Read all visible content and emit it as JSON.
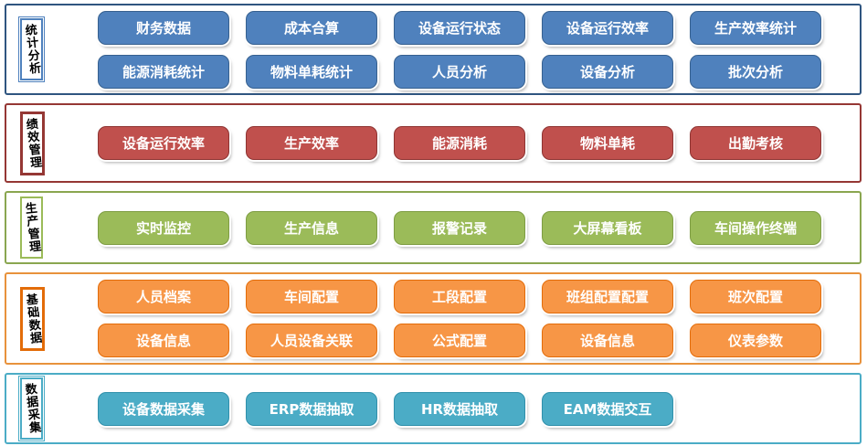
{
  "page": {
    "background": "#FFFFFF",
    "button_text_color": "#FFFFFF",
    "label_text_color": "#000000"
  },
  "sections": [
    {
      "name": "statistical-analysis",
      "label": "统计分析",
      "colors": {
        "frame": "#2F5580",
        "label_border": "#4F81BD",
        "fill": "#4F81BD",
        "button_border": "#36608F"
      },
      "rows": [
        [
          "财务数据",
          "成本合算",
          "设备运行状态",
          "设备运行效率",
          "生产效率统计"
        ],
        [
          "能源消耗统计",
          "物料单耗统计",
          "人员分析",
          "设备分析",
          "批次分析"
        ]
      ]
    },
    {
      "name": "performance-management",
      "label": "绩效管理",
      "colors": {
        "frame": "#953734",
        "label_border": "#953734",
        "fill": "#C0504D",
        "button_border": "#8E3432"
      },
      "rows": [
        [
          "设备运行效率",
          "生产效率",
          "能源消耗",
          "物料单耗",
          "出勤考核"
        ]
      ]
    },
    {
      "name": "production-management",
      "label": "生产管理",
      "colors": {
        "frame": "#8AA650",
        "label_border": "#9BBB59",
        "fill": "#9BBB59",
        "button_border": "#7E9D43"
      },
      "rows": [
        [
          "实时监控",
          "生产信息",
          "报警记录",
          "大屏幕看板",
          "车间操作终端"
        ]
      ]
    },
    {
      "name": "basic-data",
      "label": "基础数据",
      "colors": {
        "frame": "#E8923C",
        "label_border": "#E36C09",
        "fill": "#F79646",
        "button_border": "#E36C09"
      },
      "rows": [
        [
          "人员档案",
          "车间配置",
          "工段配置",
          "班组配置配置",
          "班次配置"
        ],
        [
          "设备信息",
          "人员设备关联",
          "公式配置",
          "设备信息",
          "仪表参数"
        ]
      ]
    },
    {
      "name": "data-collection",
      "label": "数据采集",
      "colors": {
        "frame": "#4BACC6",
        "label_border": "#4BACC6",
        "fill": "#4BACC6",
        "button_border": "#3090AB"
      },
      "rows": [
        [
          "设备数据采集",
          "ERP数据抽取",
          "HR数据抽取",
          "EAM数据交互"
        ]
      ]
    }
  ]
}
